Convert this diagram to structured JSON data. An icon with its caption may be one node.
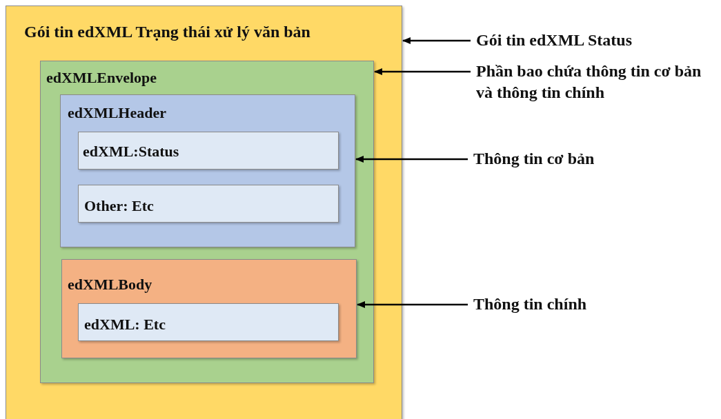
{
  "diagram": {
    "nodes": [
      {
        "text": [
          "Gói tin edXML Trạng thái xử lý văn bản"
        ]
      },
      {
        "text": [
          "edXMLEnvelope"
        ],
        "in": 0
      },
      {
        "text": [
          "edXMLHeader"
        ],
        "in": 1
      },
      {
        "text": [
          "edXML:Status"
        ],
        "in": 2
      },
      {
        "text": [
          "Other: Etc"
        ],
        "in": 2
      },
      {
        "text": [
          "edXMLBody"
        ],
        "in": 1
      },
      {
        "text": [
          "edXML: Etc"
        ],
        "in": 5
      },
      {
        "text": [
          "Gói tin edXML Status"
        ]
      },
      {
        "text": [
          "Phần bao chứa thông tin cơ bản và thông tin chính"
        ]
      },
      {
        "text": [
          "Thông tin cơ bản"
        ]
      },
      {
        "text": [
          "Thông tin chính"
        ]
      }
    ],
    "edges": [
      {
        "from": 7,
        "to": 0,
        "arrow": "to"
      },
      {
        "from": 8,
        "to": 1,
        "arrow": "to"
      },
      {
        "from": 9,
        "to": 2,
        "arrow": "to"
      },
      {
        "from": 10,
        "to": 5,
        "arrow": "to"
      }
    ]
  }
}
